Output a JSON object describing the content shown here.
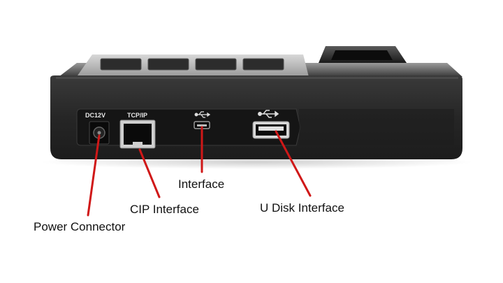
{
  "device": {
    "body_color": "#2a2a2a",
    "panel_color": "#1a1a1a",
    "port_labels": {
      "dc": "DC12V",
      "tcp": "TCP/IP"
    },
    "icons": [
      "usb-symbol-icon",
      "usb-symbol-icon"
    ]
  },
  "callouts": {
    "interface": "Interface",
    "cip": "CIP Interface",
    "u_disk": "U Disk Interface",
    "power": "Power Connector"
  },
  "colors": {
    "pointer_line": "#d01818",
    "text": "#111111"
  }
}
